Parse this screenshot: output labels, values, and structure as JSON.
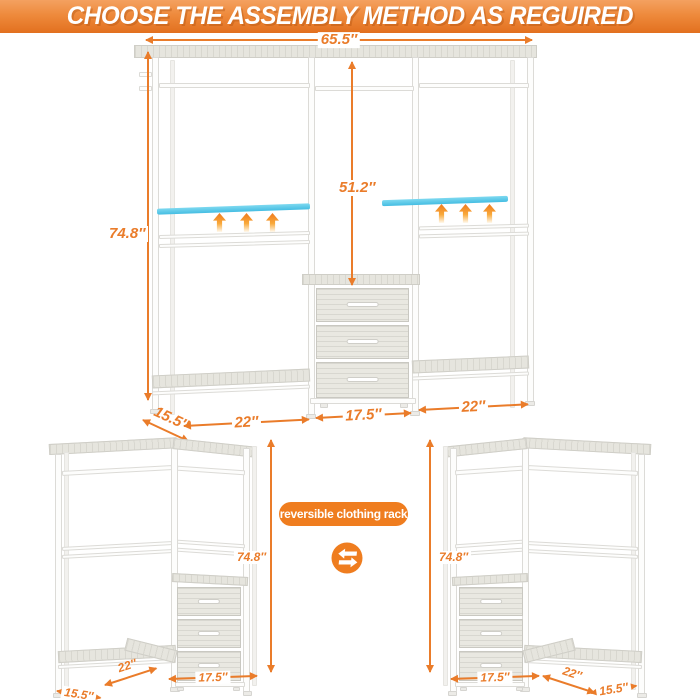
{
  "banner": {
    "title": "CHOOSE THE ASSEMBLY METHOD AS REGUIRED"
  },
  "badge": {
    "label": "reversible clothing rack"
  },
  "main_rack": {
    "width_label": "65.5″",
    "height_label": "74.8″",
    "drop_height_label": "51.2″",
    "depth_label": "15.5″",
    "left_section_label": "22″",
    "center_section_label": "17.5″",
    "right_section_label": "22″"
  },
  "left_rack": {
    "height_label": "74.8″",
    "wing_label": "22″",
    "drawer_section_label": "17.5″",
    "depth_label": "15.5″"
  },
  "right_rack": {
    "height_label": "74.8″",
    "drawer_section_label": "17.5″",
    "wing_label": "22″",
    "depth_label": "15.5″"
  },
  "icons": {
    "swap_arrows": "⇄",
    "up_arrow": "▲"
  },
  "colors": {
    "accent_orange": "#EA7C2A",
    "badge_orange": "#EF7D1F",
    "banner_orange_top": "#F4A160",
    "banner_orange_bottom": "#E2701F",
    "highlight_cyan": "#5BC9E9",
    "wood_gray": "#E6E5DE",
    "frame_white": "#FDFDFC"
  }
}
